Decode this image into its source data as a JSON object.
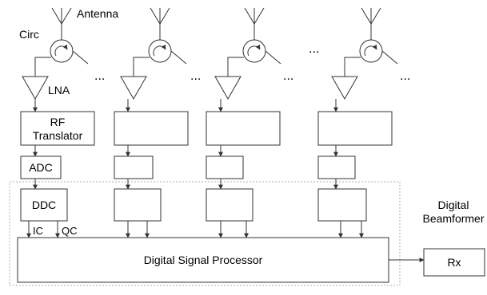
{
  "labels": {
    "antenna": "Antenna",
    "circ": "Circ",
    "lna": "LNA",
    "rf_translator_line1": "RF",
    "rf_translator_line2": "Translator",
    "adc": "ADC",
    "ddc": "DDC",
    "ic": "IC",
    "qc": "QC",
    "digital_signal_processor": "Digital Signal Processor",
    "digital_beamformer_line1": "Digital",
    "digital_beamformer_line2": "Beamformer",
    "rx": "Rx",
    "ellipsis": "..."
  },
  "channel_count_shown": 4,
  "colors": {
    "stroke": "#333333",
    "dashed_border": "#999999",
    "background": "#ffffff"
  }
}
